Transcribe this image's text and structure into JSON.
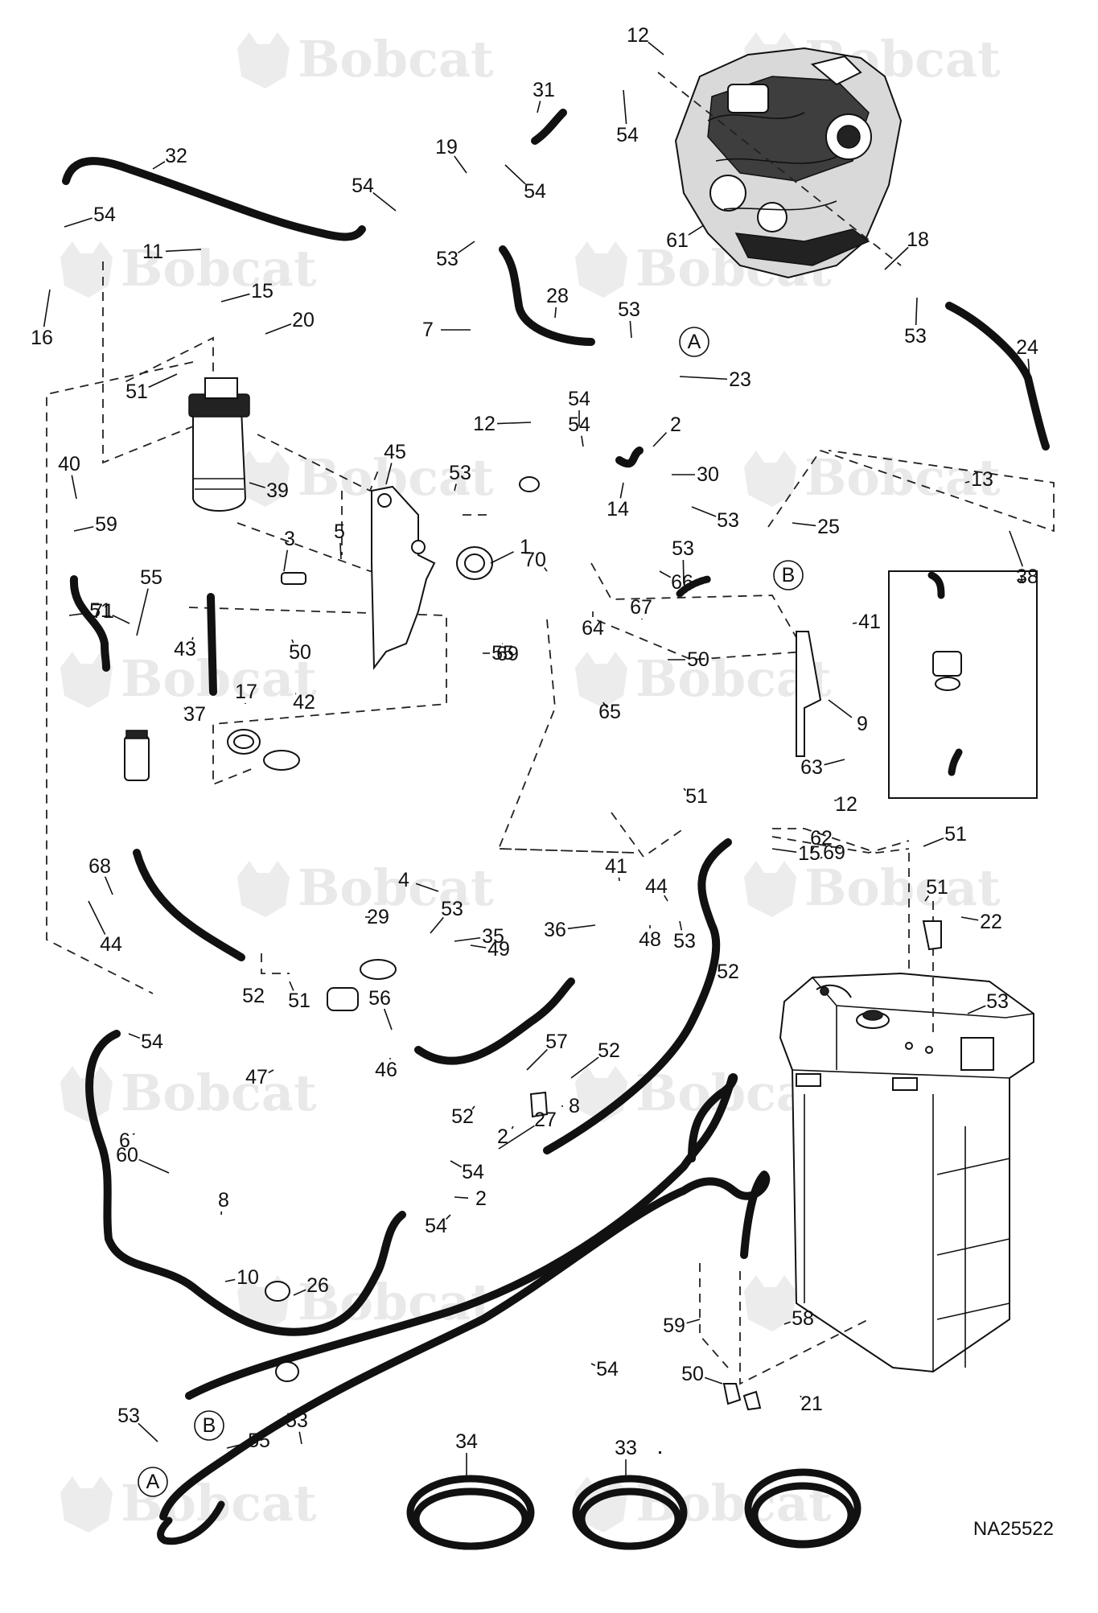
{
  "watermark": {
    "brand": "Bobcat",
    "mark": "®"
  },
  "drawing_number": "NA25522",
  "inset": {
    "marker": "*"
  },
  "circled_refs": [
    {
      "id": "A",
      "label": "A"
    },
    {
      "id": "B",
      "label": "B"
    },
    {
      "id": "B2",
      "label": "B"
    },
    {
      "id": "A2",
      "label": "A"
    }
  ],
  "callouts": [
    "12",
    "31",
    "54",
    "19",
    "54",
    "32",
    "54",
    "54",
    "53",
    "11",
    "15",
    "16",
    "20",
    "28",
    "53",
    "7",
    "23",
    "61",
    "18",
    "53",
    "24",
    "51",
    "54",
    "12",
    "54",
    "2",
    "30",
    "14",
    "40",
    "39",
    "45",
    "53",
    "59",
    "3",
    "5",
    "1",
    "53",
    "13",
    "25",
    "53",
    "67",
    "71",
    "70",
    "66",
    "38",
    "51",
    "55",
    "43",
    "50",
    "17",
    "37",
    "42",
    "69",
    "64",
    "65",
    "55",
    "50",
    "9",
    "41",
    "51",
    "63",
    "12",
    "41",
    "44",
    "48",
    "52",
    "15",
    "69",
    "68",
    "44",
    "4",
    "49",
    "51",
    "29",
    "35",
    "53",
    "36",
    "62",
    "22",
    "51",
    "53",
    "52",
    "53",
    "51",
    "46",
    "47",
    "56",
    "57",
    "52",
    "52",
    "8",
    "2",
    "54",
    "54",
    "27",
    "2",
    "54",
    "6",
    "10",
    "26",
    "58",
    "59",
    "60",
    "8",
    "54",
    "53",
    "55",
    "50",
    "21",
    "53",
    "34",
    "33"
  ]
}
